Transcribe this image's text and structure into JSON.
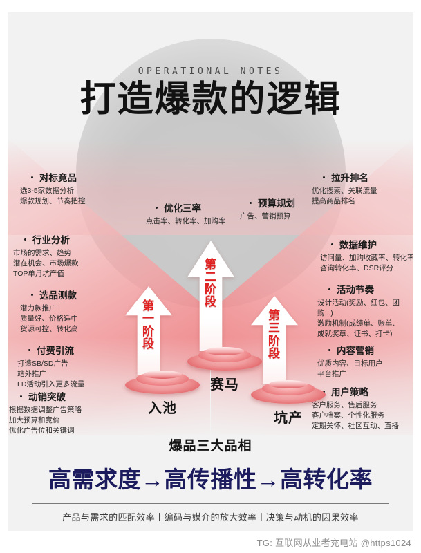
{
  "header": {
    "eyebrow": "OPERATIONAL NOTES",
    "title": "打造爆款的逻辑"
  },
  "colors": {
    "accent_red": "#e02020",
    "headline_navy": "#1b1b5e",
    "podium_red": "#d4484c",
    "page_bg": "#f2f2f2"
  },
  "notes": {
    "left": [
      {
        "head": "对标竞品",
        "lines": [
          "选3-5家数据分析",
          "爆款规划、节奏把控"
        ]
      },
      {
        "head": "行业分析",
        "lines": [
          "市场的需求、趋势",
          "潜在机会、市场爆款",
          "TOP单月坑产值"
        ]
      },
      {
        "head": "选品测款",
        "lines": [
          "潜力款推广",
          "质量好、价格适中",
          "货源可控、转化高"
        ]
      },
      {
        "head": "付费引流",
        "lines": [
          "打造SB/SD广告",
          "站外推广",
          "LD活动引入更多流量"
        ]
      },
      {
        "head": "动销突破",
        "lines": [
          "根据数据调整广告策略",
          "加大预算和竞价",
          "优化广告位和关键词"
        ]
      }
    ],
    "center": [
      {
        "head": "优化三率",
        "lines": [
          "点击率、转化率、加购率"
        ]
      },
      {
        "head": "预算规划",
        "lines": [
          "广告、营销预算"
        ]
      }
    ],
    "right": [
      {
        "head": "拉升排名",
        "lines": [
          "优化搜索、关联流量",
          "提高商品排名"
        ]
      },
      {
        "head": "数据维护",
        "lines": [
          "访问量、加购收藏率、转化率",
          "咨询转化率、DSR评分"
        ]
      },
      {
        "head": "活动节奏",
        "lines": [
          "设计活动(奖励、红包、团",
          "购...)",
          "激励机制(成绩单、账单、",
          "成就奖章、证书、打卡)"
        ]
      },
      {
        "head": "内容营销",
        "lines": [
          "优质内容、目标用户",
          "平台推广"
        ]
      },
      {
        "head": "用户策略",
        "lines": [
          "客户服务、售后服务",
          "客户档案、个性化服务",
          "定期关怀、社区互动、直播"
        ]
      }
    ]
  },
  "stages": [
    {
      "label": [
        "第",
        "一",
        "阶",
        "段"
      ],
      "name": "入池"
    },
    {
      "label": [
        "第",
        "二",
        "阶",
        "段"
      ],
      "name": "赛马"
    },
    {
      "label": [
        "第",
        "三",
        "阶",
        "段"
      ],
      "name": "坑产"
    }
  ],
  "bottom": {
    "kicker": "爆品三大品相",
    "headline": "高需求度→高传播性→高转化率",
    "caption": "产品与需求的匹配效率丨编码与媒介的放大效率丨决策与动机的因果效率"
  },
  "footer": {
    "watermark": "TG: 互联网从业者充电站 @https1024"
  }
}
